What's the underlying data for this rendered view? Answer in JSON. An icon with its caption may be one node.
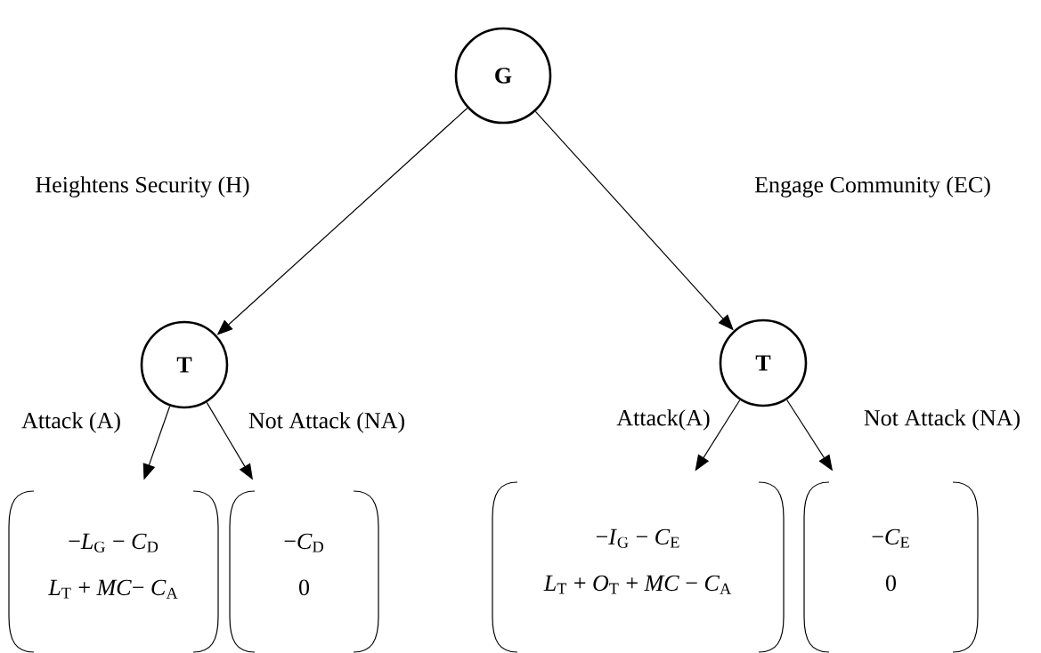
{
  "diagram": {
    "nodes": [
      {
        "text": [
          "G"
        ]
      },
      {
        "text": [
          "T"
        ]
      },
      {
        "text": [
          "T"
        ]
      },
      {
        "text": [
          "−*L*$_{G}$ − *C*$_{D}$",
          "*L*$_{T}$ + *MC*− *C*$_{A}$"
        ]
      },
      {
        "text": [
          "−*C*$_{D}$",
          "0"
        ]
      },
      {
        "text": [
          "−*I*$_{G}$ − *C*$_{E}$",
          "*L*$_{T}$ + *O*$_{T}$ + *MC* − *C*$_{A}$"
        ]
      },
      {
        "text": [
          "−*C*$_{E}$",
          "0"
        ]
      }
    ],
    "edges": [
      {
        "from": 0,
        "to": 1,
        "arrow": "to",
        "label": "Heightens Security (H)"
      },
      {
        "from": 0,
        "to": 2,
        "arrow": "to",
        "label": "Engage Community (EC)"
      },
      {
        "from": 1,
        "to": 3,
        "arrow": "to",
        "label": "Attack (A)"
      },
      {
        "from": 1,
        "to": 4,
        "arrow": "to",
        "label": "Not Attack (NA)"
      },
      {
        "from": 2,
        "to": 5,
        "arrow": "to",
        "label": "Attack(A)"
      },
      {
        "from": 2,
        "to": 6,
        "arrow": "to",
        "label": "Not Attack (NA)"
      }
    ]
  }
}
